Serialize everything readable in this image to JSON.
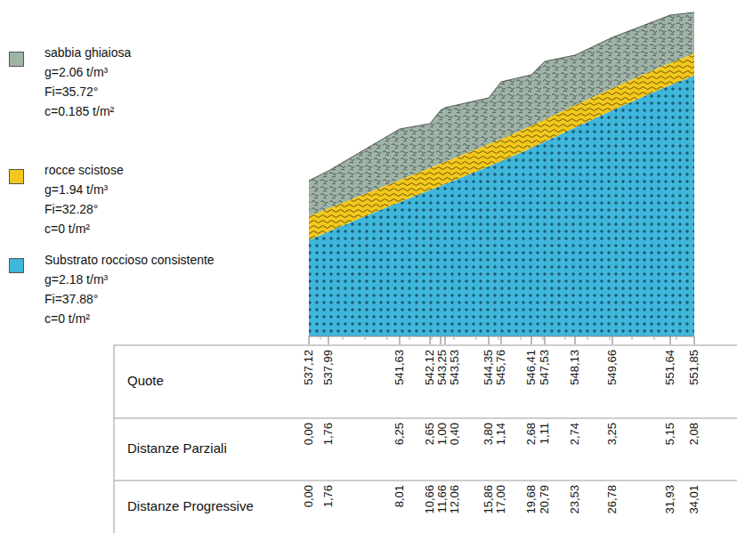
{
  "diagram": {
    "labels": [
      "g=2.06 t/m³",
      "Fi=35.72°",
      "c=0.185 t/m²",
      "g=1.94 t/m³",
      "Fi=32.28°",
      "c=0 t/m²",
      "g=2.18 t/m³",
      "Fi=37.88°",
      "c=0 t/m²",
      "Quote",
      "Distanze Parziali",
      "Distanze Progressive",
      "537,12",
      "537,99",
      "541,63",
      "542,12",
      "543,25",
      "543,53",
      "544,35",
      "545,76",
      "546,41",
      "547,53",
      "548,13",
      "549,66",
      "551,64",
      "551,85",
      "0,00",
      "1,76",
      "6,25",
      "2,65",
      "1,00",
      "0,40",
      "3,80",
      "1,14",
      "2,68",
      "1,11",
      "2,74",
      "3,25",
      "5,15",
      "2,08",
      "0,00",
      "1,76",
      "8,01",
      "10,66",
      "11,66",
      "12,06",
      "15,86",
      "17,00",
      "19,68",
      "20,79",
      "23,53",
      "26,78",
      "31,93",
      "34,01"
    ],
    "legend": [
      {
        "text": "sabbia ghiaiosa",
        "color": "#9fb4a6"
      },
      {
        "text": "rocce scistose",
        "color": "#f2c81e"
      },
      {
        "text": "Substrato roccioso consistente",
        "color": "#3fb6dc"
      }
    ]
  }
}
